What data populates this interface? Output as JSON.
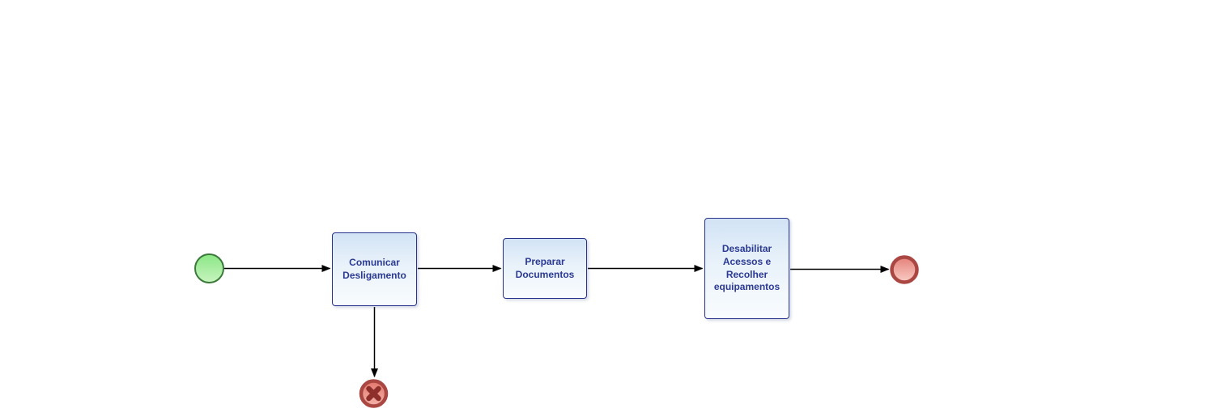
{
  "diagram": {
    "kind": "bpmn-process",
    "background": "#ffffff"
  },
  "process": {
    "tasks": [
      {
        "id": "comunicar-desligamento",
        "label": "Comunicar Desligamento"
      },
      {
        "id": "preparar-documentos",
        "label": "Preparar Documentos"
      },
      {
        "id": "desabilitar-acessos",
        "label": "Desabilitar Acessos e Recolher equipamentos"
      }
    ],
    "events": [
      {
        "id": "start",
        "kind": "start-event",
        "icon": "green-circle"
      },
      {
        "id": "end",
        "kind": "end-event",
        "icon": "red-circle"
      },
      {
        "id": "cancel-end",
        "kind": "cancel-end-event",
        "icon": "red-circle-x-cross"
      }
    ],
    "flows": [
      {
        "from": "start",
        "to": "comunicar-desligamento"
      },
      {
        "from": "comunicar-desligamento",
        "to": "preparar-documentos"
      },
      {
        "from": "preparar-documentos",
        "to": "desabilitar-acessos"
      },
      {
        "from": "desabilitar-acessos",
        "to": "end"
      },
      {
        "from": "comunicar-desligamento",
        "to": "cancel-end"
      }
    ]
  },
  "colors": {
    "task_border": "#26328c",
    "task_fill_top": "#d2e3f5",
    "task_fill_bottom": "#f9fcfe",
    "task_text": "#2b3a94",
    "start_border": "#3c7a3c",
    "start_fill_top": "#8ae685",
    "start_fill_bottom": "#c8f4bf",
    "end_border": "#ab4742",
    "end_fill_top": "#e4817a",
    "end_fill_bottom": "#f9cdc5",
    "cancel_border": "#ab4742",
    "cancel_fill_top": "#e2766c",
    "cancel_fill_bottom": "#f4b3a9",
    "cancel_marker": "#8e2f2c",
    "connector": "#000000"
  }
}
